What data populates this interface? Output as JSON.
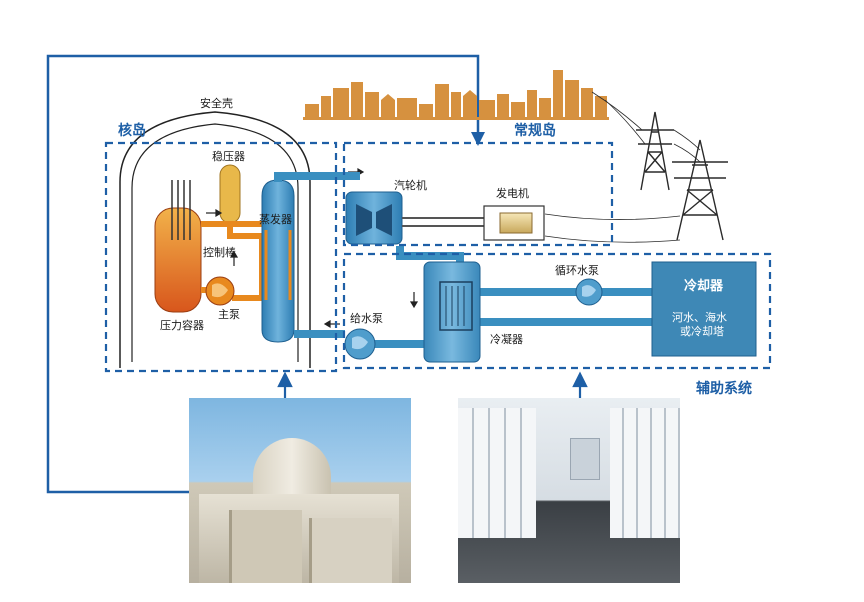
{
  "labels": {
    "containment": "安全壳",
    "pressurizer": "稳压器",
    "control_rod": "控制棒",
    "main_pump": "主泵",
    "pressure_vessel": "压力容器",
    "steam_generator": "蒸发器",
    "turbine": "汽轮机",
    "generator": "发电机",
    "feedwater_pump": "给水泵",
    "circulating_pump": "循环水泵",
    "condenser": "冷凝器",
    "cooler_title": "冷却器",
    "cooler_desc_line1": "河水、海水",
    "cooler_desc_line2": "或冷却塔"
  },
  "regions": {
    "nuclear_island": "核岛",
    "conventional_island": "常规岛",
    "auxiliary_system": "辅助系统"
  },
  "colors": {
    "accent_blue": "#1e5fa6",
    "water_blue": "#3a8fc0",
    "hot_orange": "#e8891e",
    "cooler_fill": "#3e88b6",
    "city_orange": "#d6913f"
  }
}
